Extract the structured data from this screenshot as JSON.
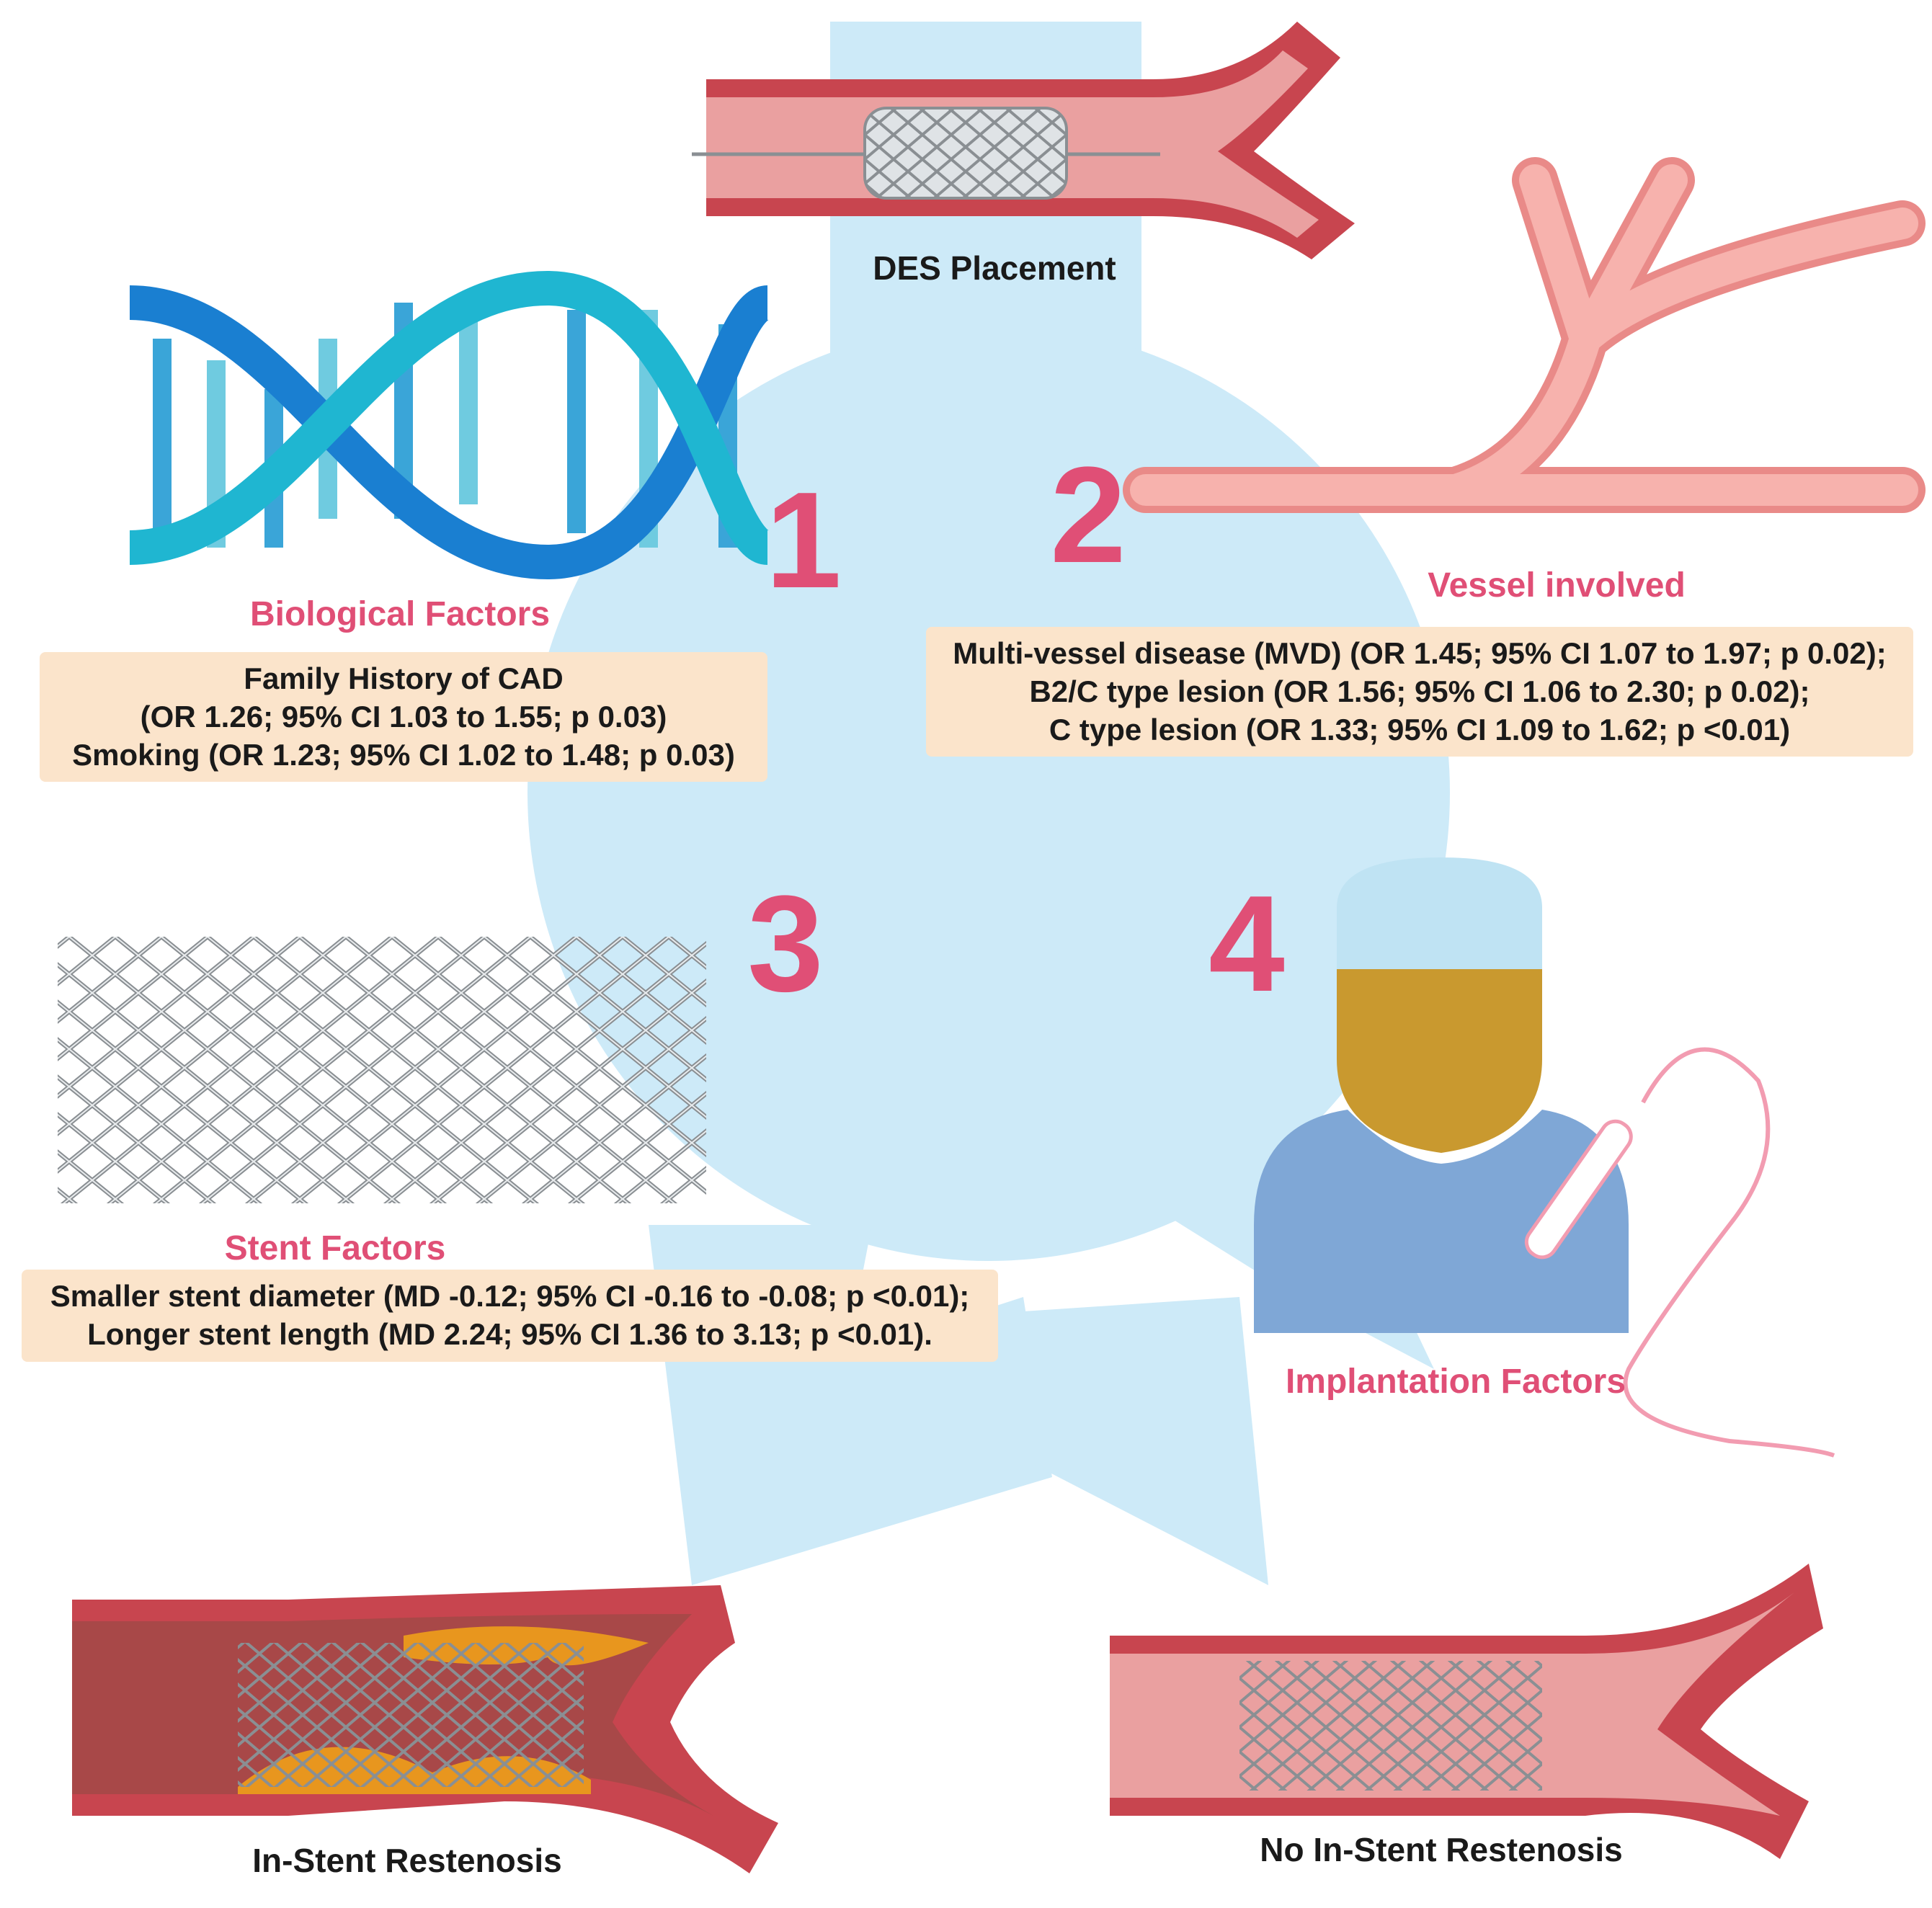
{
  "top": {
    "caption": "DES Placement"
  },
  "factors": [
    {
      "number": "1",
      "title": "Biological Factors",
      "lines": [
        "Family History of CAD",
        "(OR 1.26; 95% CI 1.03 to 1.55; p 0.03)",
        "Smoking (OR 1.23; 95% CI 1.02 to 1.48; p 0.03)"
      ]
    },
    {
      "number": "2",
      "title": "Vessel involved",
      "lines": [
        "Multi-vessel disease (MVD) (OR 1.45; 95% CI 1.07 to 1.97; p 0.02);",
        "B2/C type lesion (OR 1.56; 95% CI 1.06 to 2.30; p 0.02);",
        "C type lesion (OR 1.33; 95% CI 1.09 to 1.62; p <0.01)"
      ]
    },
    {
      "number": "3",
      "title": "Stent Factors",
      "lines": [
        "Smaller stent diameter (MD -0.12; 95% CI -0.16 to -0.08; p <0.01);",
        "Longer stent length (MD 2.24; 95% CI 1.36 to 3.13; p <0.01)."
      ]
    },
    {
      "number": "4",
      "title": "Implantation Factors",
      "lines": []
    }
  ],
  "outcomes": {
    "left": "In-Stent Restenosis",
    "right": "No In-Stent Restenosis"
  },
  "colors": {
    "flow": "#cdeaf8",
    "accent": "#e04f76",
    "box": "#fbe4cb",
    "vessel_wall": "#c8454f",
    "vessel_lumen": "#eaa0a0",
    "plaque": "#e8961e",
    "stent": "#8a8f93",
    "dna_dark": "#1a7fd1",
    "dna_light": "#1fb6d1",
    "surgeon_cap": "#bfe3f3",
    "surgeon_face": "#c9992f",
    "surgeon_body": "#7fa7d6"
  }
}
